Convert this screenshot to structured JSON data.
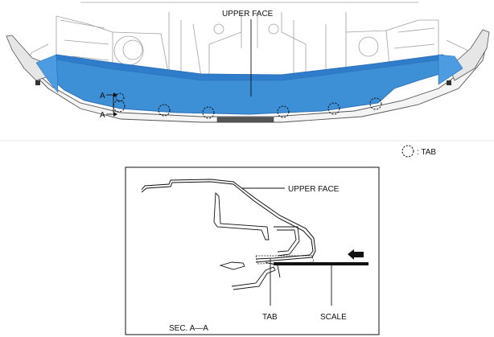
{
  "top_view": {
    "upper_face_label": "UPPER FACE",
    "section_marker_top": "A",
    "section_marker_bottom": "A",
    "legend_text": ": TAB",
    "colors": {
      "bumper_fill": "#3d8fd6",
      "bumper_dark": "#2a6fb5",
      "outline": "#555555",
      "frame_line": "#9a9a9a"
    },
    "tab_count": 7
  },
  "section_view": {
    "upper_face_label": "UPPER FACE",
    "tab_label": "TAB",
    "scale_label": "SCALE",
    "section_label": "SEC. A—A",
    "arrow_icon": "arrow-left-icon"
  }
}
